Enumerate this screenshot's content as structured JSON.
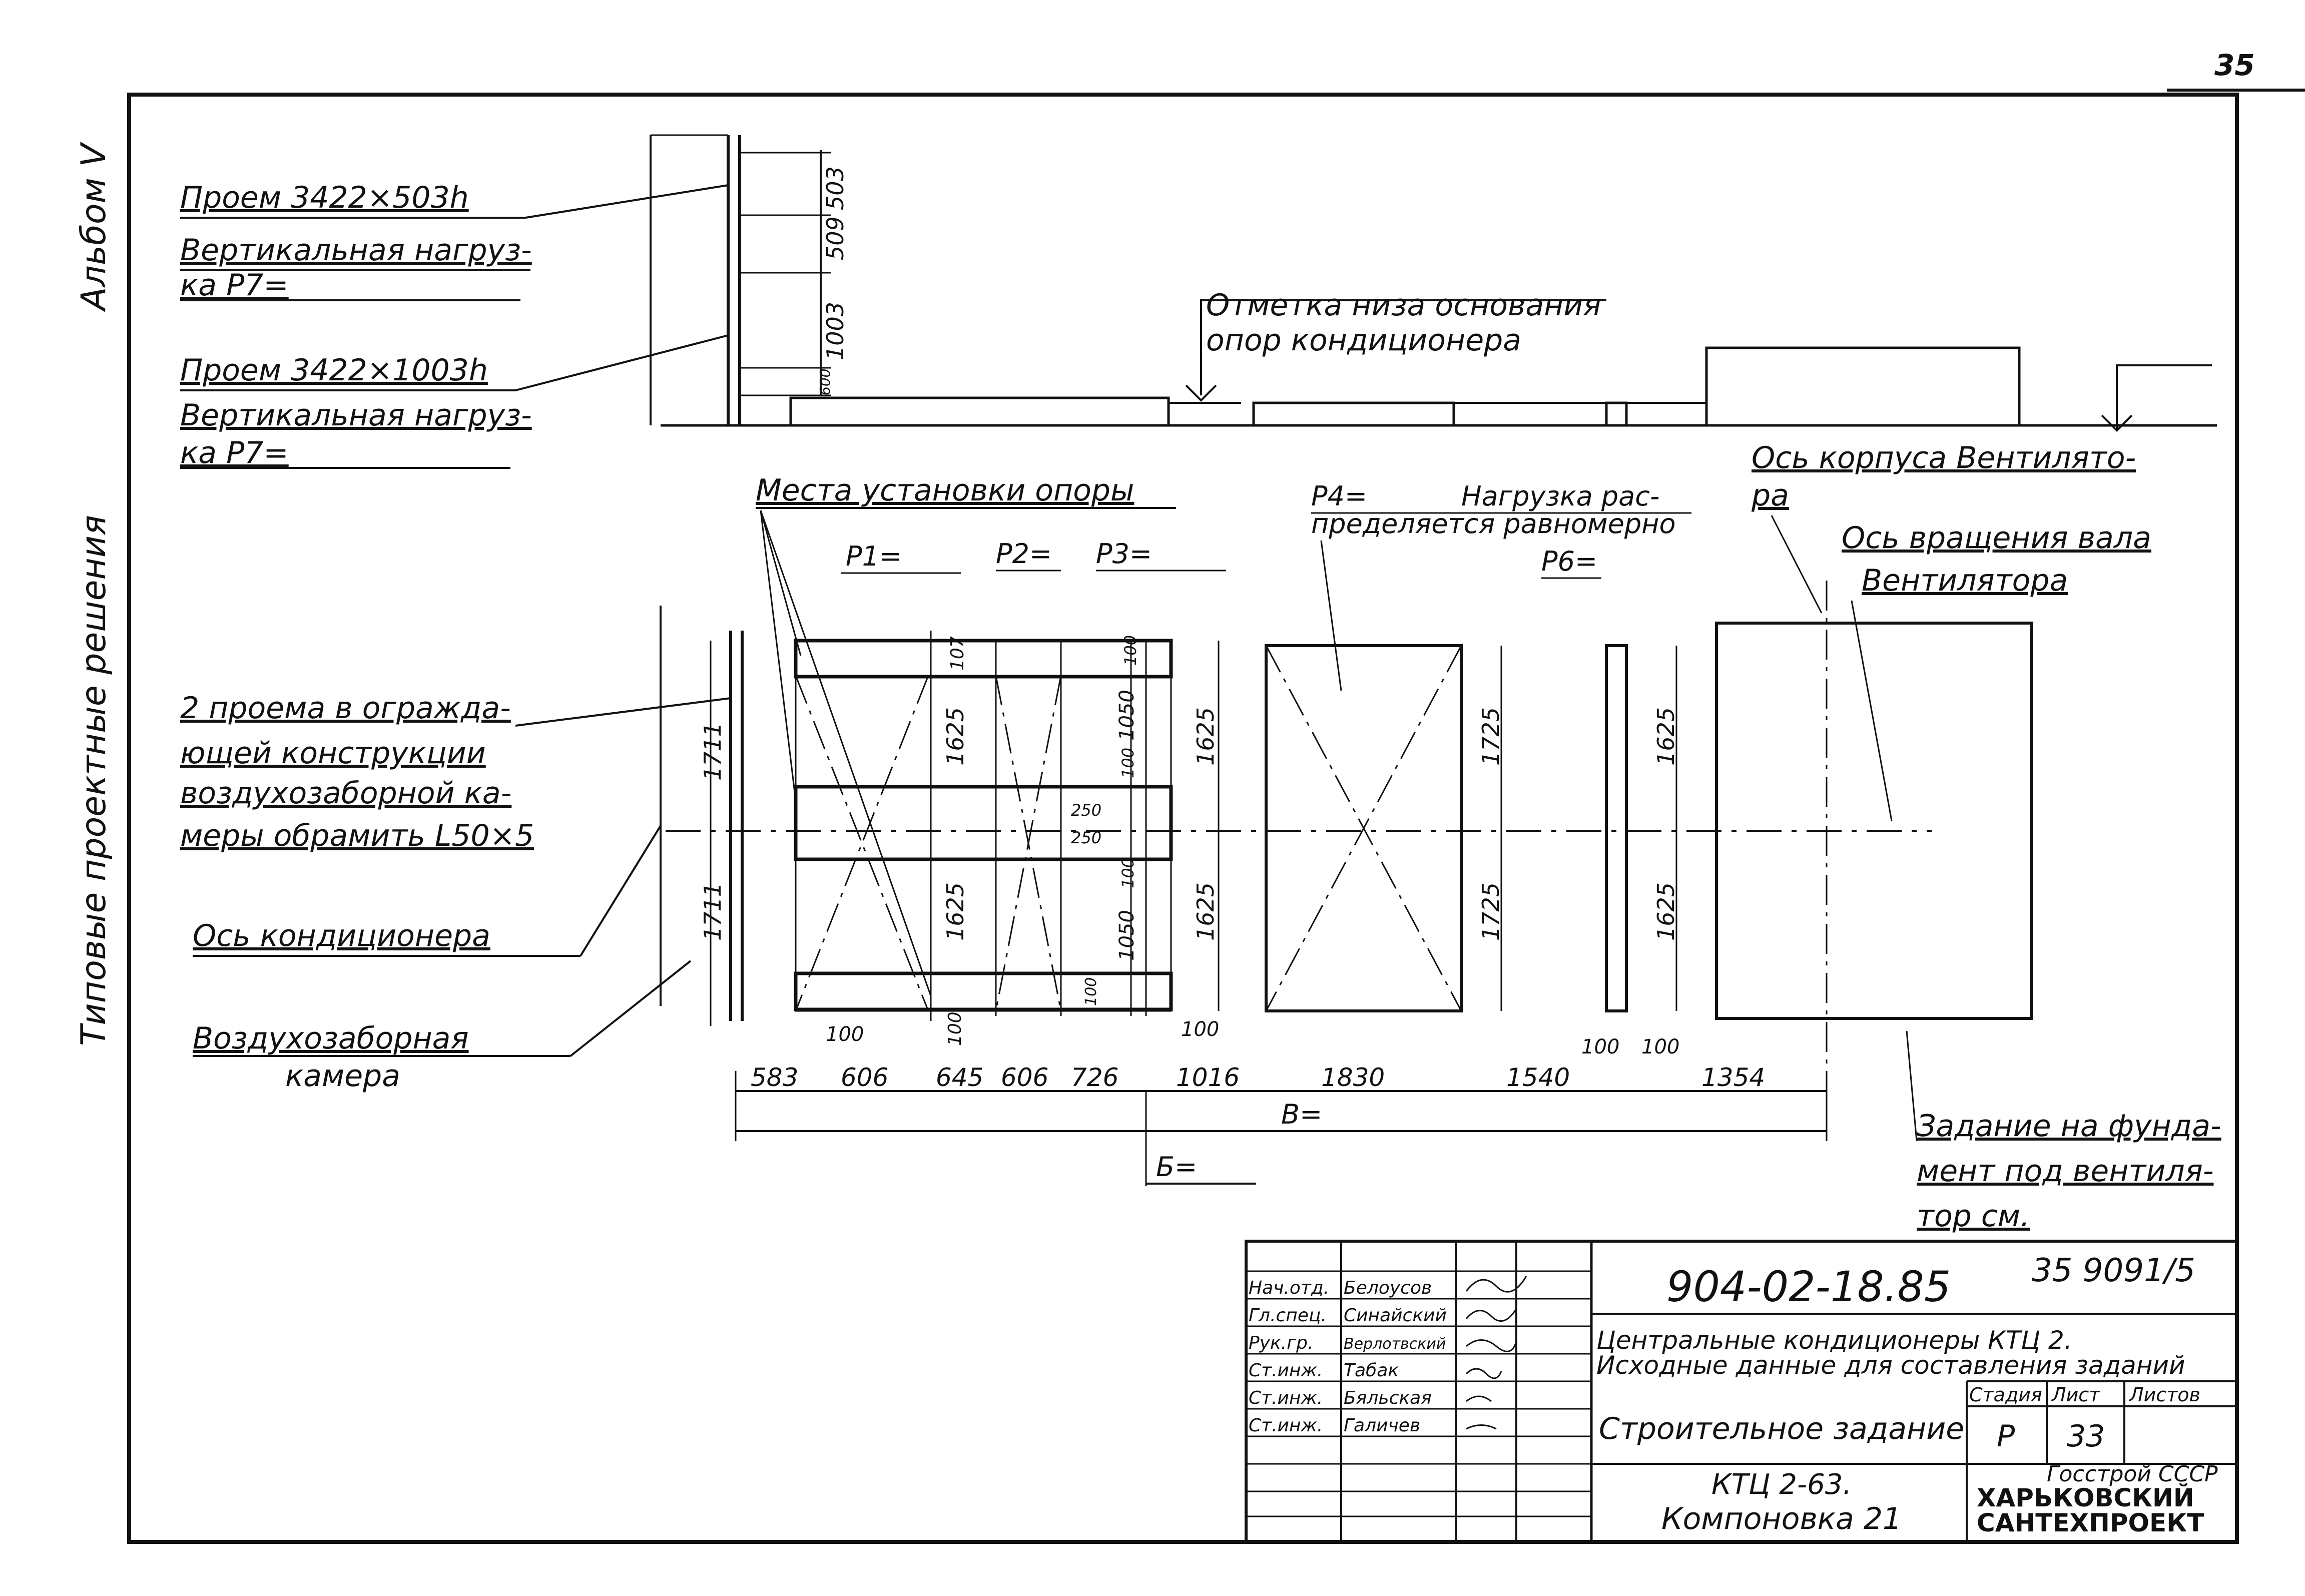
{
  "sheet": {
    "page_number": "35",
    "side_album": "Альбом V",
    "side_series": "Типовые проектные решения"
  },
  "elevation": {
    "opening1": [
      "Проем 3422×503h",
      "Вертикальная нагруз-",
      "ка P7="
    ],
    "opening2": [
      "Проем 3422×1003h",
      "Вертикальная нагруз-",
      "ка P7="
    ],
    "dims": [
      "503",
      "509",
      "1003",
      "600"
    ],
    "base_mark": [
      "Отметка низа основания",
      "опор кондиционера"
    ]
  },
  "plan": {
    "support_places": "Места установки опоры",
    "p_labels": [
      "P1=",
      "P2=",
      "P3=",
      "P6="
    ],
    "p4": [
      "P4=",
      "Нагрузка рас-",
      "пределяется равномерно"
    ],
    "fan_axis": [
      "Ось корпуса Вентилято-",
      "ра"
    ],
    "shaft_axis": [
      "Ось вращения вала",
      "Вентилятора"
    ],
    "openings_note": [
      "2 проема в огражда-",
      "ющей конструкции",
      "воздухозаборной ка-",
      "меры обрамить L50×5"
    ],
    "conditioner_axis": "Ось кондиционера",
    "intake_chamber": [
      "Воздухозаборная",
      "камера"
    ],
    "foundation_task": [
      "Задание на фунда-",
      "мент под вентиля-",
      "тор см."
    ],
    "ref_doc": "35  9091/5",
    "dims_left": [
      "1711",
      "1711"
    ],
    "dims_v_small": [
      "107",
      "100",
      "100",
      "100",
      "100"
    ],
    "dims_v_large": [
      "1625",
      "1625",
      "1625",
      "1625",
      "1625",
      "1625"
    ],
    "dims_v_1050": [
      "1050",
      "1050"
    ],
    "dims_v_1725": [
      "1725",
      "1725"
    ],
    "dims_250": [
      "250",
      "250"
    ],
    "dims_h_small": [
      "100",
      "100",
      "100",
      "100",
      "100"
    ],
    "bottom_dims": [
      "583",
      "606",
      "645",
      "606",
      "726",
      "1016",
      "1830",
      "1540",
      "1354"
    ],
    "total_B": "В=",
    "total_b": "Б="
  },
  "title_block": {
    "staff": [
      {
        "role": "Нач.отд.",
        "name": "Белоусов"
      },
      {
        "role": "Гл.спец.",
        "name": "Синайский"
      },
      {
        "role": "Рук.гр.",
        "name": "Верлотвский"
      },
      {
        "role": "Ст.инж.",
        "name": "Табак"
      },
      {
        "role": "Ст.инж.",
        "name": "Бяльская"
      },
      {
        "role": "Ст.инж.",
        "name": "Галичев"
      }
    ],
    "doc_code": "904-02-18.85",
    "description": [
      "Центральные кондиционеры КТЦ 2.",
      "Исходные данные для составления заданий"
    ],
    "sheet_name": "Строительное задание",
    "headers": [
      "Стадия",
      "Лист",
      "Листов"
    ],
    "stage": "Р",
    "sheet_no": "33",
    "sheets_total": "",
    "model": [
      "КТЦ 2-63.",
      "Компоновка 21"
    ],
    "org": [
      "Госстрой СССР",
      "ХАРЬКОВСКИЙ",
      "САНТЕХПРОЕКТ"
    ]
  }
}
